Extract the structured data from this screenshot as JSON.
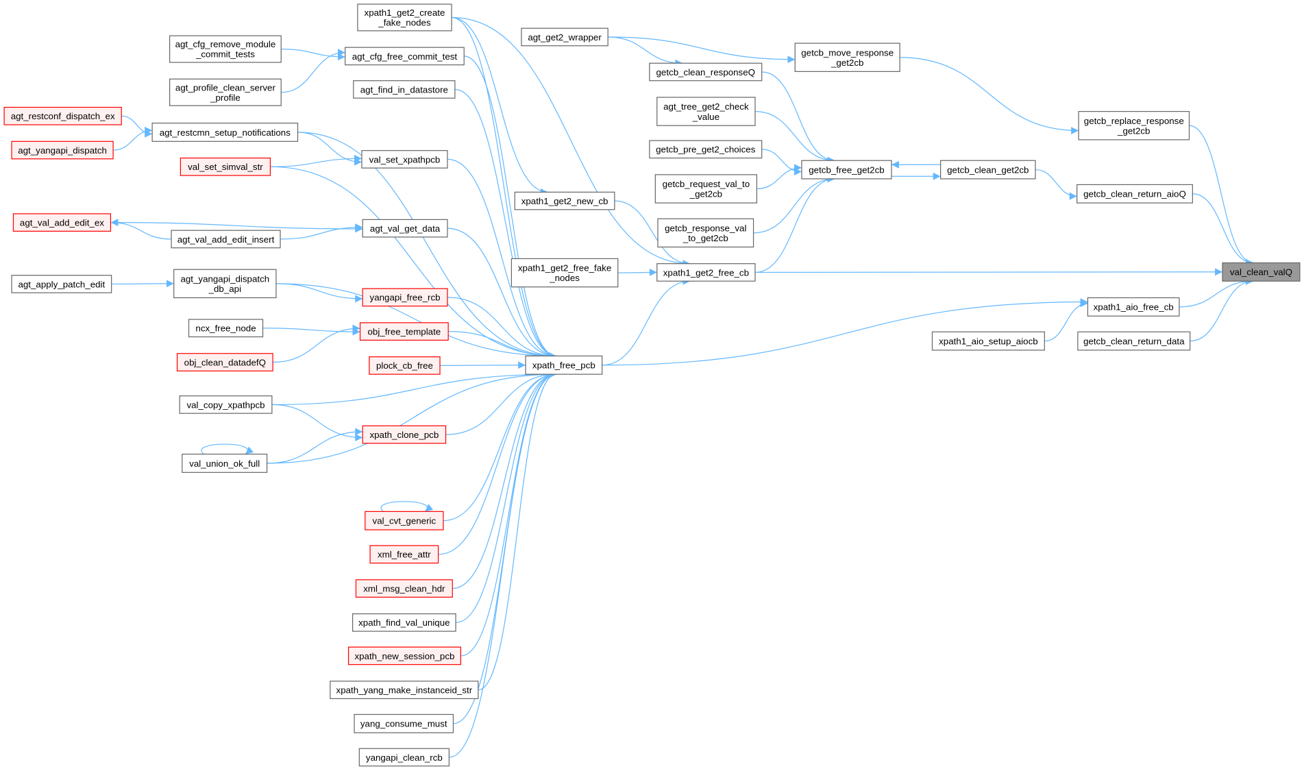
{
  "title": "val_clean_valQ caller graph",
  "colors": {
    "edge": "#63b8ff",
    "node_border": "#666666",
    "red_border": "#ff0000",
    "red_fill": "#fff0f0",
    "highlight_fill": "#999999"
  },
  "nodes": [
    {
      "id": "xpath1_get2_create_fake_nodes",
      "lines": [
        "xpath1_get2_create",
        "_fake_nodes"
      ],
      "variant": "normal"
    },
    {
      "id": "agt_cfg_remove_module_commit_tests",
      "lines": [
        "agt_cfg_remove_module",
        "_commit_tests"
      ],
      "variant": "normal"
    },
    {
      "id": "agt_cfg_free_commit_test",
      "lines": [
        "agt_cfg_free_commit_test"
      ],
      "variant": "normal"
    },
    {
      "id": "agt_profile_clean_server_profile",
      "lines": [
        "agt_profile_clean_server",
        "_profile"
      ],
      "variant": "normal"
    },
    {
      "id": "agt_find_in_datastore",
      "lines": [
        "agt_find_in_datastore"
      ],
      "variant": "normal"
    },
    {
      "id": "agt_restconf_dispatch_ex",
      "lines": [
        "agt_restconf_dispatch_ex"
      ],
      "variant": "red"
    },
    {
      "id": "agt_yangapi_dispatch",
      "lines": [
        "agt_yangapi_dispatch"
      ],
      "variant": "red"
    },
    {
      "id": "agt_restcmn_setup_notifications",
      "lines": [
        "agt_restcmn_setup_notifications"
      ],
      "variant": "normal"
    },
    {
      "id": "val_set_xpathpcb",
      "lines": [
        "val_set_xpathpcb"
      ],
      "variant": "normal"
    },
    {
      "id": "val_set_simval_str",
      "lines": [
        "val_set_simval_str"
      ],
      "variant": "red"
    },
    {
      "id": "agt_val_add_edit_ex",
      "lines": [
        "agt_val_add_edit_ex"
      ],
      "variant": "red"
    },
    {
      "id": "agt_val_get_data",
      "lines": [
        "agt_val_get_data"
      ],
      "variant": "normal"
    },
    {
      "id": "agt_val_add_edit_insert",
      "lines": [
        "agt_val_add_edit_insert"
      ],
      "variant": "normal"
    },
    {
      "id": "agt_apply_patch_edit",
      "lines": [
        "agt_apply_patch_edit"
      ],
      "variant": "normal"
    },
    {
      "id": "agt_yangapi_dispatch_db_api",
      "lines": [
        "agt_yangapi_dispatch",
        "_db_api"
      ],
      "variant": "normal"
    },
    {
      "id": "yangapi_free_rcb",
      "lines": [
        "yangapi_free_rcb"
      ],
      "variant": "red"
    },
    {
      "id": "ncx_free_node",
      "lines": [
        "ncx_free_node"
      ],
      "variant": "normal"
    },
    {
      "id": "obj_free_template",
      "lines": [
        "obj_free_template"
      ],
      "variant": "red"
    },
    {
      "id": "obj_clean_datadefQ",
      "lines": [
        "obj_clean_datadefQ"
      ],
      "variant": "red"
    },
    {
      "id": "plock_cb_free",
      "lines": [
        "plock_cb_free"
      ],
      "variant": "red"
    },
    {
      "id": "xpath_free_pcb",
      "lines": [
        "xpath_free_pcb"
      ],
      "variant": "normal"
    },
    {
      "id": "val_copy_xpathpcb",
      "lines": [
        "val_copy_xpathpcb"
      ],
      "variant": "normal"
    },
    {
      "id": "xpath_clone_pcb",
      "lines": [
        "xpath_clone_pcb"
      ],
      "variant": "red"
    },
    {
      "id": "val_union_ok_full",
      "lines": [
        "val_union_ok_full"
      ],
      "variant": "normal"
    },
    {
      "id": "val_cvt_generic",
      "lines": [
        "val_cvt_generic"
      ],
      "variant": "red"
    },
    {
      "id": "xml_free_attr",
      "lines": [
        "xml_free_attr"
      ],
      "variant": "red"
    },
    {
      "id": "xml_msg_clean_hdr",
      "lines": [
        "xml_msg_clean_hdr"
      ],
      "variant": "red"
    },
    {
      "id": "xpath_find_val_unique",
      "lines": [
        "xpath_find_val_unique"
      ],
      "variant": "normal"
    },
    {
      "id": "xpath_new_session_pcb",
      "lines": [
        "xpath_new_session_pcb"
      ],
      "variant": "red"
    },
    {
      "id": "xpath_yang_make_instanceid_str",
      "lines": [
        "xpath_yang_make_instanceid_str"
      ],
      "variant": "normal"
    },
    {
      "id": "yang_consume_must",
      "lines": [
        "yang_consume_must"
      ],
      "variant": "normal"
    },
    {
      "id": "yangapi_clean_rcb",
      "lines": [
        "yangapi_clean_rcb"
      ],
      "variant": "normal"
    },
    {
      "id": "agt_get2_wrapper",
      "lines": [
        "agt_get2_wrapper"
      ],
      "variant": "normal"
    },
    {
      "id": "getcb_clean_responseQ",
      "lines": [
        "getcb_clean_responseQ"
      ],
      "variant": "normal"
    },
    {
      "id": "agt_tree_get2_check_value",
      "lines": [
        "agt_tree_get2_check",
        "_value"
      ],
      "variant": "normal"
    },
    {
      "id": "getcb_pre_get2_choices",
      "lines": [
        "getcb_pre_get2_choices"
      ],
      "variant": "normal"
    },
    {
      "id": "getcb_request_val_to_get2cb",
      "lines": [
        "getcb_request_val_to",
        "_get2cb"
      ],
      "variant": "normal"
    },
    {
      "id": "getcb_response_val_to_get2cb",
      "lines": [
        "getcb_response_val",
        "_to_get2cb"
      ],
      "variant": "normal"
    },
    {
      "id": "xpath1_get2_new_cb",
      "lines": [
        "xpath1_get2_new_cb"
      ],
      "variant": "normal"
    },
    {
      "id": "xpath1_get2_free_fake_nodes",
      "lines": [
        "xpath1_get2_free_fake",
        "_nodes"
      ],
      "variant": "normal"
    },
    {
      "id": "xpath1_get2_free_cb",
      "lines": [
        "xpath1_get2_free_cb"
      ],
      "variant": "normal"
    },
    {
      "id": "getcb_move_response_get2cb",
      "lines": [
        "getcb_move_response",
        "_get2cb"
      ],
      "variant": "normal"
    },
    {
      "id": "getcb_free_get2cb",
      "lines": [
        "getcb_free_get2cb"
      ],
      "variant": "normal"
    },
    {
      "id": "getcb_clean_get2cb",
      "lines": [
        "getcb_clean_get2cb"
      ],
      "variant": "normal"
    },
    {
      "id": "getcb_replace_response_get2cb",
      "lines": [
        "getcb_replace_response",
        "_get2cb"
      ],
      "variant": "normal"
    },
    {
      "id": "getcb_clean_return_aioQ",
      "lines": [
        "getcb_clean_return_aioQ"
      ],
      "variant": "normal"
    },
    {
      "id": "val_clean_valQ",
      "lines": [
        "val_clean_valQ"
      ],
      "variant": "highlight"
    },
    {
      "id": "xpath1_aio_free_cb",
      "lines": [
        "xpath1_aio_free_cb"
      ],
      "variant": "normal"
    },
    {
      "id": "xpath1_aio_setup_aiocb",
      "lines": [
        "xpath1_aio_setup_aiocb"
      ],
      "variant": "normal"
    },
    {
      "id": "getcb_clean_return_data",
      "lines": [
        "getcb_clean_return_data"
      ],
      "variant": "normal"
    }
  ],
  "edges": [
    [
      "agt_cfg_remove_module_commit_tests",
      "agt_cfg_free_commit_test"
    ],
    [
      "agt_profile_clean_server_profile",
      "agt_cfg_free_commit_test"
    ],
    [
      "agt_restconf_dispatch_ex",
      "agt_restcmn_setup_notifications"
    ],
    [
      "agt_yangapi_dispatch",
      "agt_restcmn_setup_notifications"
    ],
    [
      "agt_restcmn_setup_notifications",
      "val_set_xpathpcb"
    ],
    [
      "agt_restcmn_setup_notifications",
      "xpath_free_pcb"
    ],
    [
      "val_set_simval_str",
      "val_set_xpathpcb"
    ],
    [
      "val_set_simval_str",
      "xpath_free_pcb"
    ],
    [
      "agt_val_add_edit_ex",
      "agt_val_get_data"
    ],
    [
      "agt_val_add_edit_insert",
      "agt_val_add_edit_ex"
    ],
    [
      "agt_val_add_edit_insert",
      "agt_val_get_data"
    ],
    [
      "agt_apply_patch_edit",
      "agt_yangapi_dispatch_db_api"
    ],
    [
      "agt_yangapi_dispatch_db_api",
      "yangapi_free_rcb"
    ],
    [
      "agt_yangapi_dispatch_db_api",
      "xpath_free_pcb"
    ],
    [
      "ncx_free_node",
      "obj_free_template"
    ],
    [
      "obj_clean_datadefQ",
      "obj_free_template"
    ],
    [
      "val_copy_xpathpcb",
      "xpath_clone_pcb"
    ],
    [
      "val_copy_xpathpcb",
      "xpath_free_pcb"
    ],
    [
      "val_union_ok_full",
      "xpath_clone_pcb"
    ],
    [
      "val_union_ok_full",
      "xpath_free_pcb"
    ],
    [
      "val_union_ok_full",
      "val_union_ok_full"
    ],
    [
      "val_cvt_generic",
      "val_cvt_generic"
    ],
    [
      "xpath1_get2_create_fake_nodes",
      "xpath_free_pcb"
    ],
    [
      "xpath1_get2_create_fake_nodes",
      "xpath1_get2_new_cb"
    ],
    [
      "xpath1_get2_create_fake_nodes",
      "xpath1_get2_free_cb"
    ],
    [
      "agt_cfg_free_commit_test",
      "xpath_free_pcb"
    ],
    [
      "agt_find_in_datastore",
      "xpath_free_pcb"
    ],
    [
      "val_set_xpathpcb",
      "xpath_free_pcb"
    ],
    [
      "agt_val_get_data",
      "xpath_free_pcb"
    ],
    [
      "yangapi_free_rcb",
      "xpath_free_pcb"
    ],
    [
      "obj_free_template",
      "xpath_free_pcb"
    ],
    [
      "plock_cb_free",
      "xpath_free_pcb"
    ],
    [
      "xpath_clone_pcb",
      "xpath_free_pcb"
    ],
    [
      "val_cvt_generic",
      "xpath_free_pcb"
    ],
    [
      "xml_free_attr",
      "xpath_free_pcb"
    ],
    [
      "xml_msg_clean_hdr",
      "xpath_free_pcb"
    ],
    [
      "xpath_find_val_unique",
      "xpath_free_pcb"
    ],
    [
      "xpath_new_session_pcb",
      "xpath_free_pcb"
    ],
    [
      "xpath_yang_make_instanceid_str",
      "xpath_free_pcb"
    ],
    [
      "yang_consume_must",
      "xpath_free_pcb"
    ],
    [
      "yangapi_clean_rcb",
      "xpath_free_pcb"
    ],
    [
      "agt_get2_wrapper",
      "getcb_move_response_get2cb"
    ],
    [
      "agt_get2_wrapper",
      "getcb_clean_responseQ"
    ],
    [
      "getcb_clean_responseQ",
      "getcb_free_get2cb"
    ],
    [
      "agt_tree_get2_check_value",
      "getcb_free_get2cb"
    ],
    [
      "getcb_pre_get2_choices",
      "getcb_free_get2cb"
    ],
    [
      "getcb_request_val_to_get2cb",
      "getcb_free_get2cb"
    ],
    [
      "getcb_response_val_to_get2cb",
      "getcb_free_get2cb"
    ],
    [
      "xpath1_get2_free_cb",
      "getcb_free_get2cb"
    ],
    [
      "xpath1_get2_new_cb",
      "xpath1_get2_free_cb"
    ],
    [
      "xpath1_get2_free_fake_nodes",
      "xpath1_get2_free_cb"
    ],
    [
      "xpath_free_pcb",
      "xpath1_get2_free_cb"
    ],
    [
      "xpath_free_pcb",
      "xpath1_aio_free_cb"
    ],
    [
      "xpath1_aio_setup_aiocb",
      "xpath1_aio_free_cb"
    ],
    [
      "getcb_free_get2cb",
      "getcb_clean_get2cb"
    ],
    [
      "getcb_clean_get2cb",
      "getcb_free_get2cb"
    ],
    [
      "getcb_clean_get2cb",
      "getcb_clean_return_aioQ"
    ],
    [
      "getcb_move_response_get2cb",
      "getcb_replace_response_get2cb"
    ],
    [
      "getcb_replace_response_get2cb",
      "val_clean_valQ"
    ],
    [
      "getcb_clean_return_aioQ",
      "val_clean_valQ"
    ],
    [
      "xpath1_get2_free_cb",
      "val_clean_valQ"
    ],
    [
      "xpath1_aio_free_cb",
      "val_clean_valQ"
    ],
    [
      "getcb_clean_return_data",
      "val_clean_valQ"
    ]
  ]
}
